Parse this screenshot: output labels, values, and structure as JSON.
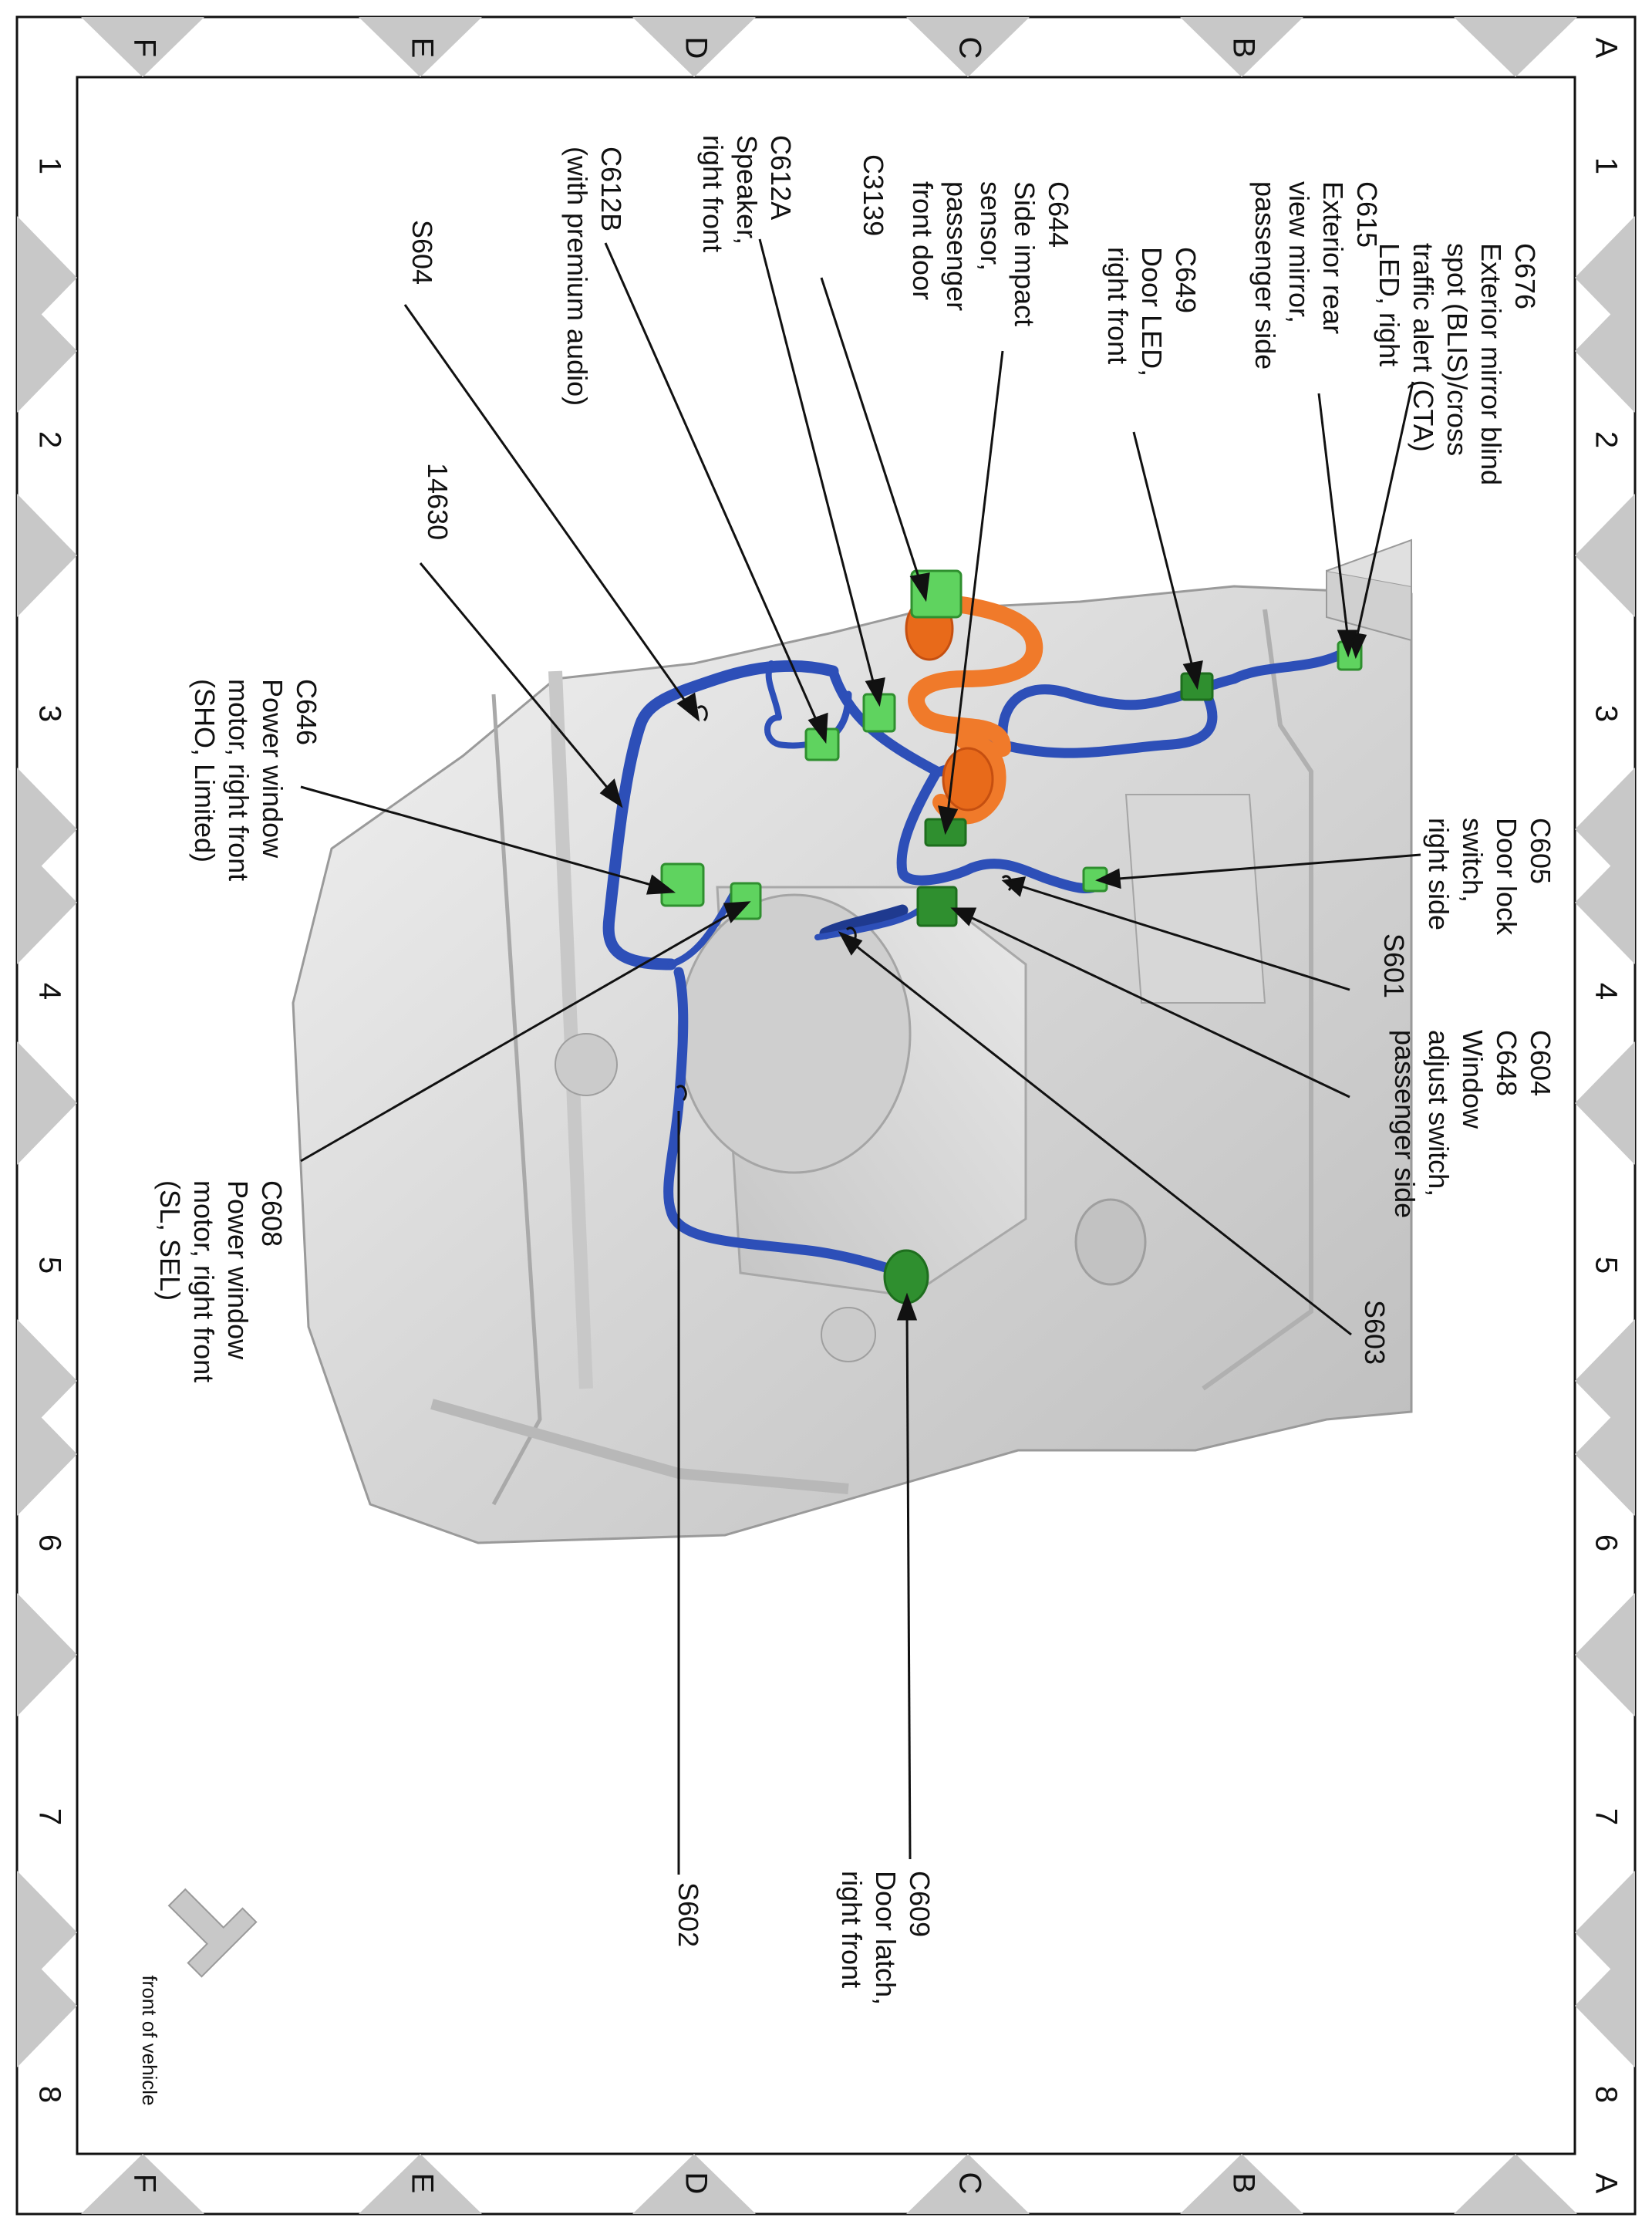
{
  "grid": {
    "rows": [
      "A",
      "B",
      "C",
      "D",
      "E",
      "F"
    ],
    "columns": [
      "1",
      "2",
      "3",
      "4",
      "5",
      "6",
      "7",
      "8"
    ]
  },
  "front_label": "front of vehicle",
  "callouts": [
    {
      "id": "c676",
      "lines": [
        "C676",
        "Exterior mirror blind",
        "spot (BLIS)/cross",
        "traffic alert (CTA)",
        "LED, right"
      ]
    },
    {
      "id": "c615",
      "lines": [
        "C615",
        "Exterior rear",
        "view mirror,",
        "passenger side"
      ]
    },
    {
      "id": "c649",
      "lines": [
        "C649",
        "Door LED,",
        "right front"
      ]
    },
    {
      "id": "c644",
      "lines": [
        "C644",
        "Side impact",
        "sensor,",
        "passenger",
        "front door"
      ]
    },
    {
      "id": "c3139",
      "lines": [
        "C3139"
      ]
    },
    {
      "id": "c612a",
      "lines": [
        "C612A",
        "Speaker,",
        "right front"
      ]
    },
    {
      "id": "c612b",
      "lines": [
        "C612B",
        "(with premium audio)"
      ]
    },
    {
      "id": "s604",
      "lines": [
        "S604"
      ]
    },
    {
      "id": "n14630",
      "lines": [
        "14630"
      ]
    },
    {
      "id": "c646",
      "lines": [
        "C646",
        "Power window",
        "motor, right front",
        "(SHO, Limited)"
      ]
    },
    {
      "id": "c608",
      "lines": [
        "C608",
        "Power window",
        "motor, right front",
        "(SL, SEL)"
      ]
    },
    {
      "id": "s602",
      "lines": [
        "S602"
      ]
    },
    {
      "id": "c609",
      "lines": [
        "C609",
        "Door latch,",
        "right front"
      ]
    },
    {
      "id": "s603",
      "lines": [
        "S603"
      ]
    },
    {
      "id": "c604",
      "lines": [
        "C604",
        "C648",
        "Window",
        "adjust switch,",
        "passenger side"
      ]
    },
    {
      "id": "s601",
      "lines": [
        "S601"
      ]
    },
    {
      "id": "c605",
      "lines": [
        "C605",
        "Door lock",
        "switch,",
        "right side"
      ]
    }
  ],
  "colors": {
    "harness": "#2d4fb8",
    "harness_dark": "#1f3a8f",
    "connector": "#5fd35f",
    "connector_dark": "#2f8f2f",
    "sensor": "#f07a2a",
    "panel": "#d9d9d9",
    "border_triangle": "#c8c8c8"
  }
}
